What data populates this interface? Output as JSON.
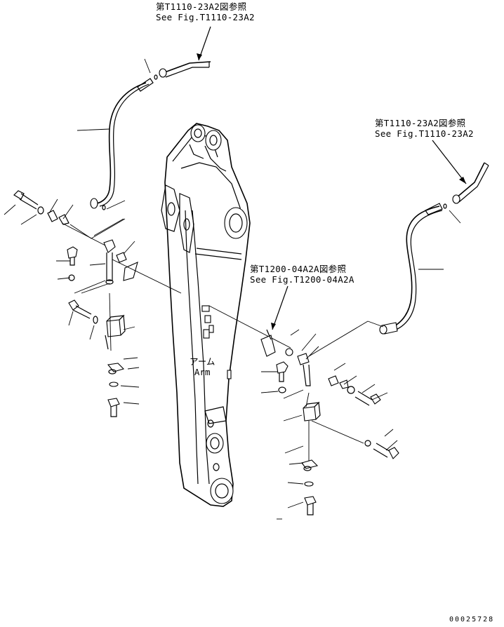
{
  "references": [
    {
      "id": "top",
      "jp": "第T1110-23A2図参照",
      "en": "See Fig.T1110-23A2"
    },
    {
      "id": "right",
      "jp": "第T1110-23A2図参照",
      "en": "See Fig.T1110-23A2"
    },
    {
      "id": "middle",
      "jp": "第T1200-04A2A図参照",
      "en": "See Fig.T1200-04A2A"
    }
  ],
  "part_label": {
    "jp": "アーム",
    "en": "Arm"
  },
  "drawing_number": "00025728"
}
